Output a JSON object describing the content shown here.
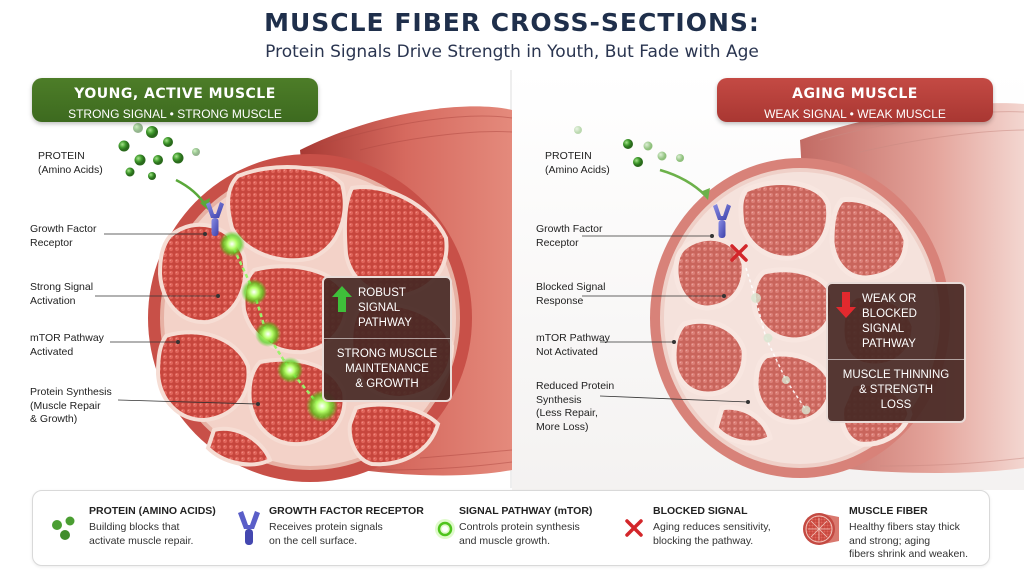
{
  "title": "MUSCLE FIBER CROSS-SECTIONS:",
  "subtitle": "Protein Signals Drive Strength in Youth, But Fade with Age",
  "colors": {
    "young_accent": "#4d7d28",
    "aging_accent": "#c44a44",
    "muscle": "#c9544c",
    "signal_glow": "#8bff4a",
    "callout_bg": "#46282a"
  },
  "young": {
    "banner_title": "YOUNG, ACTIVE MUSCLE",
    "banner_subtitle": "STRONG SIGNAL • STRONG MUSCLE",
    "labels": {
      "protein_1": "PROTEIN",
      "protein_2": "(Amino Acids)",
      "receptor_1": "Growth Factor",
      "receptor_2": "Receptor",
      "signal_1": "Strong Signal",
      "signal_2": "Activation",
      "mtor_1": "mTOR Pathway",
      "mtor_2": "Activated",
      "synth_1": "Protein Synthesis",
      "synth_2": "(Muscle Repair",
      "synth_3": "& Growth)"
    },
    "callout": {
      "icon": "arrow-up-icon",
      "top_1": "ROBUST SIGNAL",
      "top_2": "PATHWAY",
      "bottom_1": "STRONG MUSCLE",
      "bottom_2": "MAINTENANCE",
      "bottom_3": "& GROWTH"
    }
  },
  "aging": {
    "banner_title": "AGING MUSCLE",
    "banner_subtitle": "WEAK SIGNAL • WEAK MUSCLE",
    "labels": {
      "protein_1": "PROTEIN",
      "protein_2": "(Amino Acids)",
      "receptor_1": "Growth Factor",
      "receptor_2": "Receptor",
      "blocked_1": "Blocked Signal",
      "blocked_2": "Response",
      "mtor_1": "mTOR Pathway",
      "mtor_2": "Not Activated",
      "reduced_1": "Reduced Protein",
      "reduced_2": "Synthesis",
      "reduced_3": "(Less Repair,",
      "reduced_4": "More Loss)"
    },
    "callout": {
      "icon": "arrow-down-icon",
      "top_1": "WEAK OR BLOCKED",
      "top_2": "SIGNAL PATHWAY",
      "bottom_1": "MUSCLE THINNING",
      "bottom_2": "& STRENGTH",
      "bottom_3": "LOSS"
    }
  },
  "legend": [
    {
      "icon": "protein-dots-icon",
      "title": "PROTEIN (AMINO ACIDS)",
      "desc_1": "Building blocks that",
      "desc_2": "activate muscle repair."
    },
    {
      "icon": "receptor-icon",
      "title": "GROWTH FACTOR RECEPTOR",
      "desc_1": "Receives protein signals",
      "desc_2": "on the cell surface."
    },
    {
      "icon": "signal-node-icon",
      "title": "SIGNAL PATHWAY (mTOR)",
      "desc_1": "Controls protein synthesis",
      "desc_2": "and muscle growth."
    },
    {
      "icon": "blocked-x-icon",
      "title": "BLOCKED SIGNAL",
      "desc_1": "Aging reduces sensitivity,",
      "desc_2": "blocking the pathway."
    },
    {
      "icon": "muscle-fiber-icon",
      "title": "MUSCLE FIBER",
      "desc_1": "Healthy fibers stay thick",
      "desc_2": "and strong; aging",
      "desc_3": "fibers shrink and weaken."
    }
  ]
}
